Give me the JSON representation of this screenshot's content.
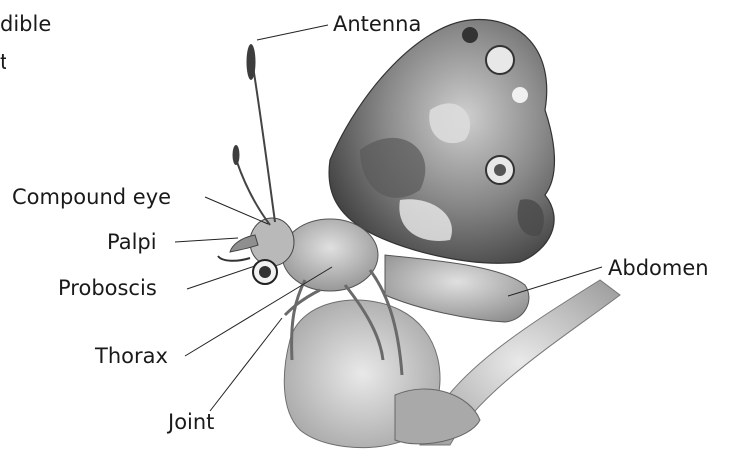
{
  "figure": {
    "labels": {
      "antenna": "Antenna",
      "compound_eye": "Compound eye",
      "palpi": "Palpi",
      "proboscis": "Proboscis",
      "thorax": "Thorax",
      "joint": "Joint",
      "abdomen": "Abdomen"
    },
    "cropped_text": {
      "line1": "dible",
      "line2": "t"
    },
    "colors": {
      "ink": "#1a1a1a",
      "background": "#ffffff"
    }
  }
}
